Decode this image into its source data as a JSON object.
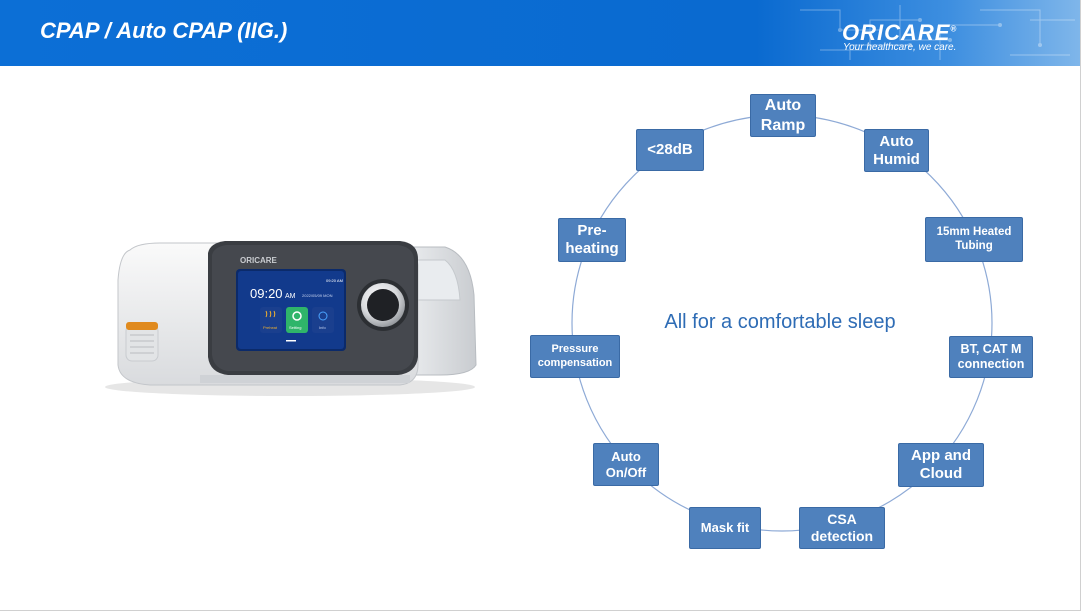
{
  "header": {
    "title": "CPAP / Auto CPAP (IIG.)",
    "logo": "ORICARE",
    "logo_mark": "®",
    "tagline": "Your healthcare, we care."
  },
  "device": {
    "brand": "ORICARE",
    "status_time": "09:20 AM",
    "clock": "09:20",
    "ampm": "AM",
    "date": "2022/05/09 MON",
    "buttons": [
      "Preheat",
      "Setting",
      "Info"
    ]
  },
  "center_text": "All for a comfortable sleep",
  "features": [
    {
      "label_line1": "Auto",
      "label_line2": "Ramp"
    },
    {
      "label_line1": "Auto",
      "label_line2": "Humid"
    },
    {
      "label_line1": "15mm Heated",
      "label_line2": "Tubing"
    },
    {
      "label_line1": "BT, CAT M",
      "label_line2": "connection"
    },
    {
      "label_line1": "App and",
      "label_line2": "Cloud"
    },
    {
      "label_line1": "CSA",
      "label_line2": "detection"
    },
    {
      "label_line1": "Mask fit",
      "label_line2": ""
    },
    {
      "label_line1": "Auto",
      "label_line2": "On/Off"
    },
    {
      "label_line1": "Pressure",
      "label_line2": "compensation"
    },
    {
      "label_line1": "Pre-",
      "label_line2": "heating"
    },
    {
      "label_line1": "<28dB",
      "label_line2": ""
    }
  ],
  "colors": {
    "header_blue": "#0c6fd6",
    "box_blue": "#4f81bd",
    "ring": "#8eaad6",
    "center_text": "#2e6cb5",
    "setting_green": "#2fb56a"
  }
}
